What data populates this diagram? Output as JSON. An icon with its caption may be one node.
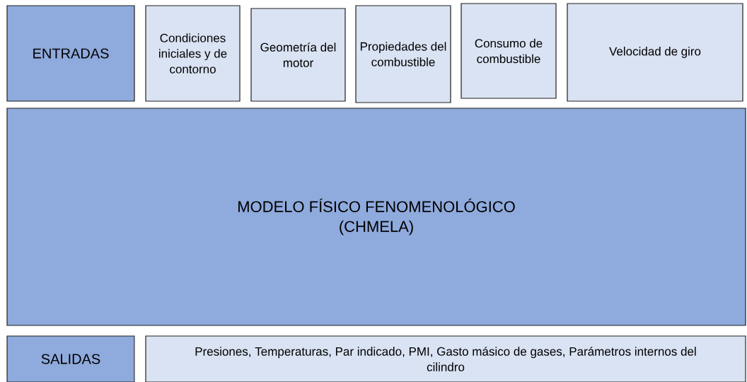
{
  "diagram": {
    "nodes": [
      {
        "text": [
          "ENTRADAS"
        ]
      },
      {
        "text": [
          "Condiciones iniciales y de contorno"
        ]
      },
      {
        "text": [
          "Geometría del motor"
        ]
      },
      {
        "text": [
          "Propiedades del combustible"
        ]
      },
      {
        "text": [
          "Consumo de combustible"
        ]
      },
      {
        "text": [
          "Velocidad de giro"
        ]
      },
      {
        "text": [
          "MODELO FÍSICO FENOMENOLÓGICO (CHMELA)"
        ]
      },
      {
        "text": [
          "SALIDAS"
        ]
      },
      {
        "text": [
          "Presiones, Temperaturas, Par indicado, PMI, Gasto másico de gases, Parámetros internos del cilindro"
        ]
      }
    ]
  }
}
